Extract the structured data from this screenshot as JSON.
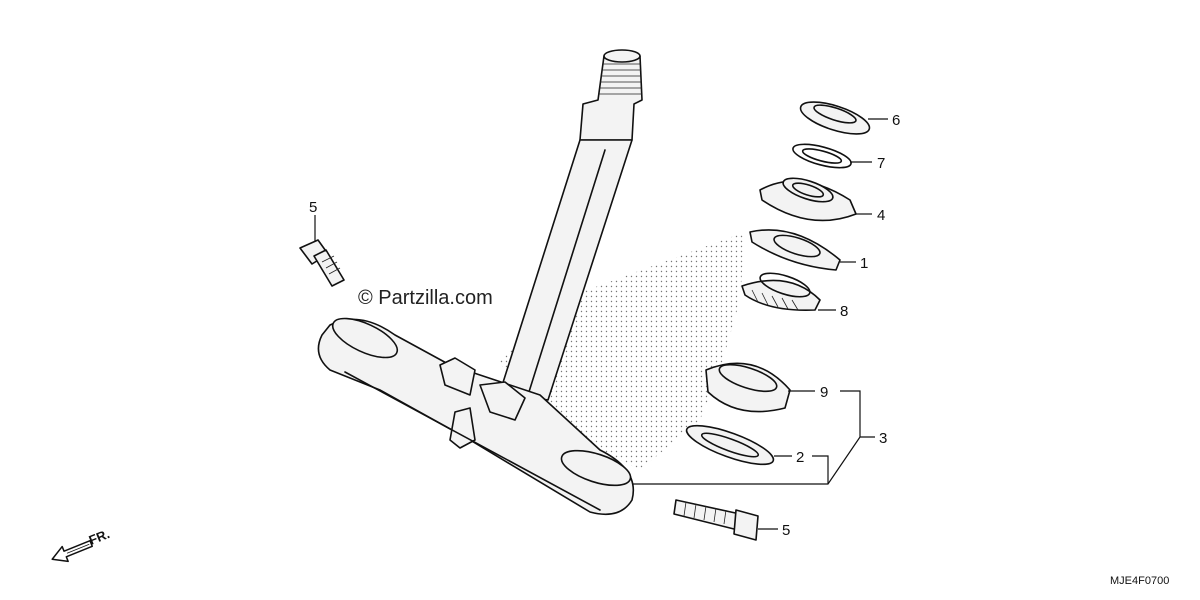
{
  "diagram": {
    "watermark": "© Partzilla.com",
    "diagram_code": "MJE4F0700",
    "front_indicator": "FR.",
    "callouts": {
      "c1": "1",
      "c2": "2",
      "c3": "3",
      "c4": "4",
      "c5a": "5",
      "c5b": "5",
      "c6": "6",
      "c7": "7",
      "c8": "8",
      "c9": "9"
    }
  }
}
